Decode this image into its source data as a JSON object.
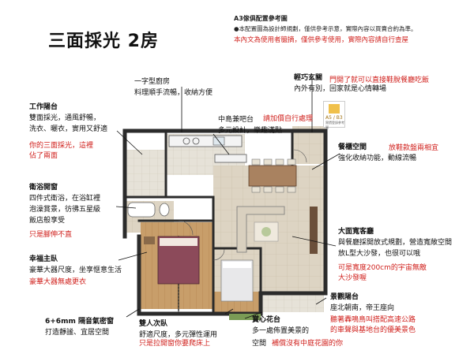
{
  "title": "三面採光 2房",
  "reference": {
    "title": "A3傢俱配置參考圖",
    "note": "●本配置圖為設計師規劃，僅供參考示意，實際內容以買賣合約為準。",
    "note_red": "本內文為使用者臆摘，僅供參考使用，實際內容請自行查屋"
  },
  "labels": {
    "kitchen": {
      "title": "一字型廚房",
      "desc": "料理順手流暢，收納方便"
    },
    "entrance": {
      "title": "輕巧玄關",
      "desc": "內外有別，回家就是心情轉場",
      "comment": "門開了就可以直接鞋脫餐廳吃飯"
    },
    "work_balcony": {
      "title": "工作陽台",
      "line1": "雙面採光，通風舒暢，",
      "line2": "洗衣、曬衣，實用又舒適",
      "comment1": "你的三面採光，這裡",
      "comment2": "佔了兩面"
    },
    "bar": {
      "title": "中島兼吧台",
      "desc": "多元設計，樂趣滿點",
      "comment": "請加價自行處理"
    },
    "dining": {
      "title": "餐櫃空間",
      "desc": "強化收納功能，動線流暢",
      "comment": "放鞋款盤兩相宜"
    },
    "bath": {
      "title": "衛浴開窗",
      "line1": "四件式衛浴，在浴缸裡",
      "line2": "泡澡賞景，彷彿五星級",
      "line3": "飯店般享受",
      "comment": "只是腳伸不直"
    },
    "living": {
      "title": "大面寬客廳",
      "line1": "與餐廳採開放式規劃，營造寬敞空間",
      "line2": "放L型大沙發，也很可以哦",
      "comment1": "可是寬度200cm的宇宙無敵",
      "comment2": "大沙發喔"
    },
    "master": {
      "title": "幸福主臥",
      "desc": "豪華大器尺度，坐享愜意生活",
      "comment": "豪華大器無處更衣"
    },
    "window": {
      "title": "6+6mm 隔音氣密窗",
      "desc": "打造靜謐、宜居空間"
    },
    "second": {
      "title": "雙人次臥",
      "desc": "舒適尺度，多元彈性運用",
      "comment": "只是拉開窗你要爬床上"
    },
    "garden": {
      "title": "賞心花台",
      "desc": "多一處佈置美景的",
      "line3": "空間",
      "comment": "補償沒有中庭花園的你"
    },
    "view_balcony": {
      "title": "景觀陽台",
      "desc": "座北朝南，帝王座向",
      "comment1": "聽著轟鳴鳥叫搭配高速公路",
      "comment2": "的車聲與基地台的優美景色"
    }
  },
  "badge": {
    "code": "A5 / B3",
    "sub": "實價登錄參考圖"
  },
  "colors": {
    "red_note": "#d0201c",
    "floor_wood": "#c9a06a",
    "wall": "#2b2b2b"
  }
}
